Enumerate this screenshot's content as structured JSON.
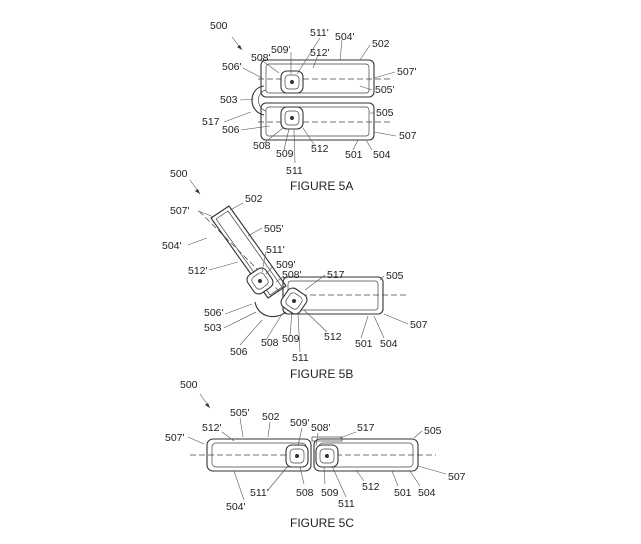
{
  "figures": [
    {
      "caption": "FIGURE 5A",
      "labels": [
        "500",
        "511'",
        "509'",
        "504'",
        "502",
        "512'",
        "508'",
        "506'",
        "507'",
        "505'",
        "503",
        "505",
        "517",
        "506",
        "507",
        "508",
        "509",
        "512",
        "501",
        "504",
        "511"
      ]
    },
    {
      "caption": "FIGURE 5B",
      "labels": [
        "500",
        "502",
        "507'",
        "505'",
        "504'",
        "511'",
        "512'",
        "509'",
        "508'",
        "517",
        "505",
        "506'",
        "507",
        "503",
        "509",
        "512",
        "501",
        "504",
        "506",
        "508",
        "511"
      ]
    },
    {
      "caption": "FIGURE 5C",
      "labels": [
        "500",
        "505'",
        "502",
        "512'",
        "509'",
        "508'",
        "517",
        "505",
        "507'",
        "507",
        "511'",
        "508",
        "509",
        "511",
        "512",
        "501",
        "504",
        "504'"
      ]
    }
  ]
}
